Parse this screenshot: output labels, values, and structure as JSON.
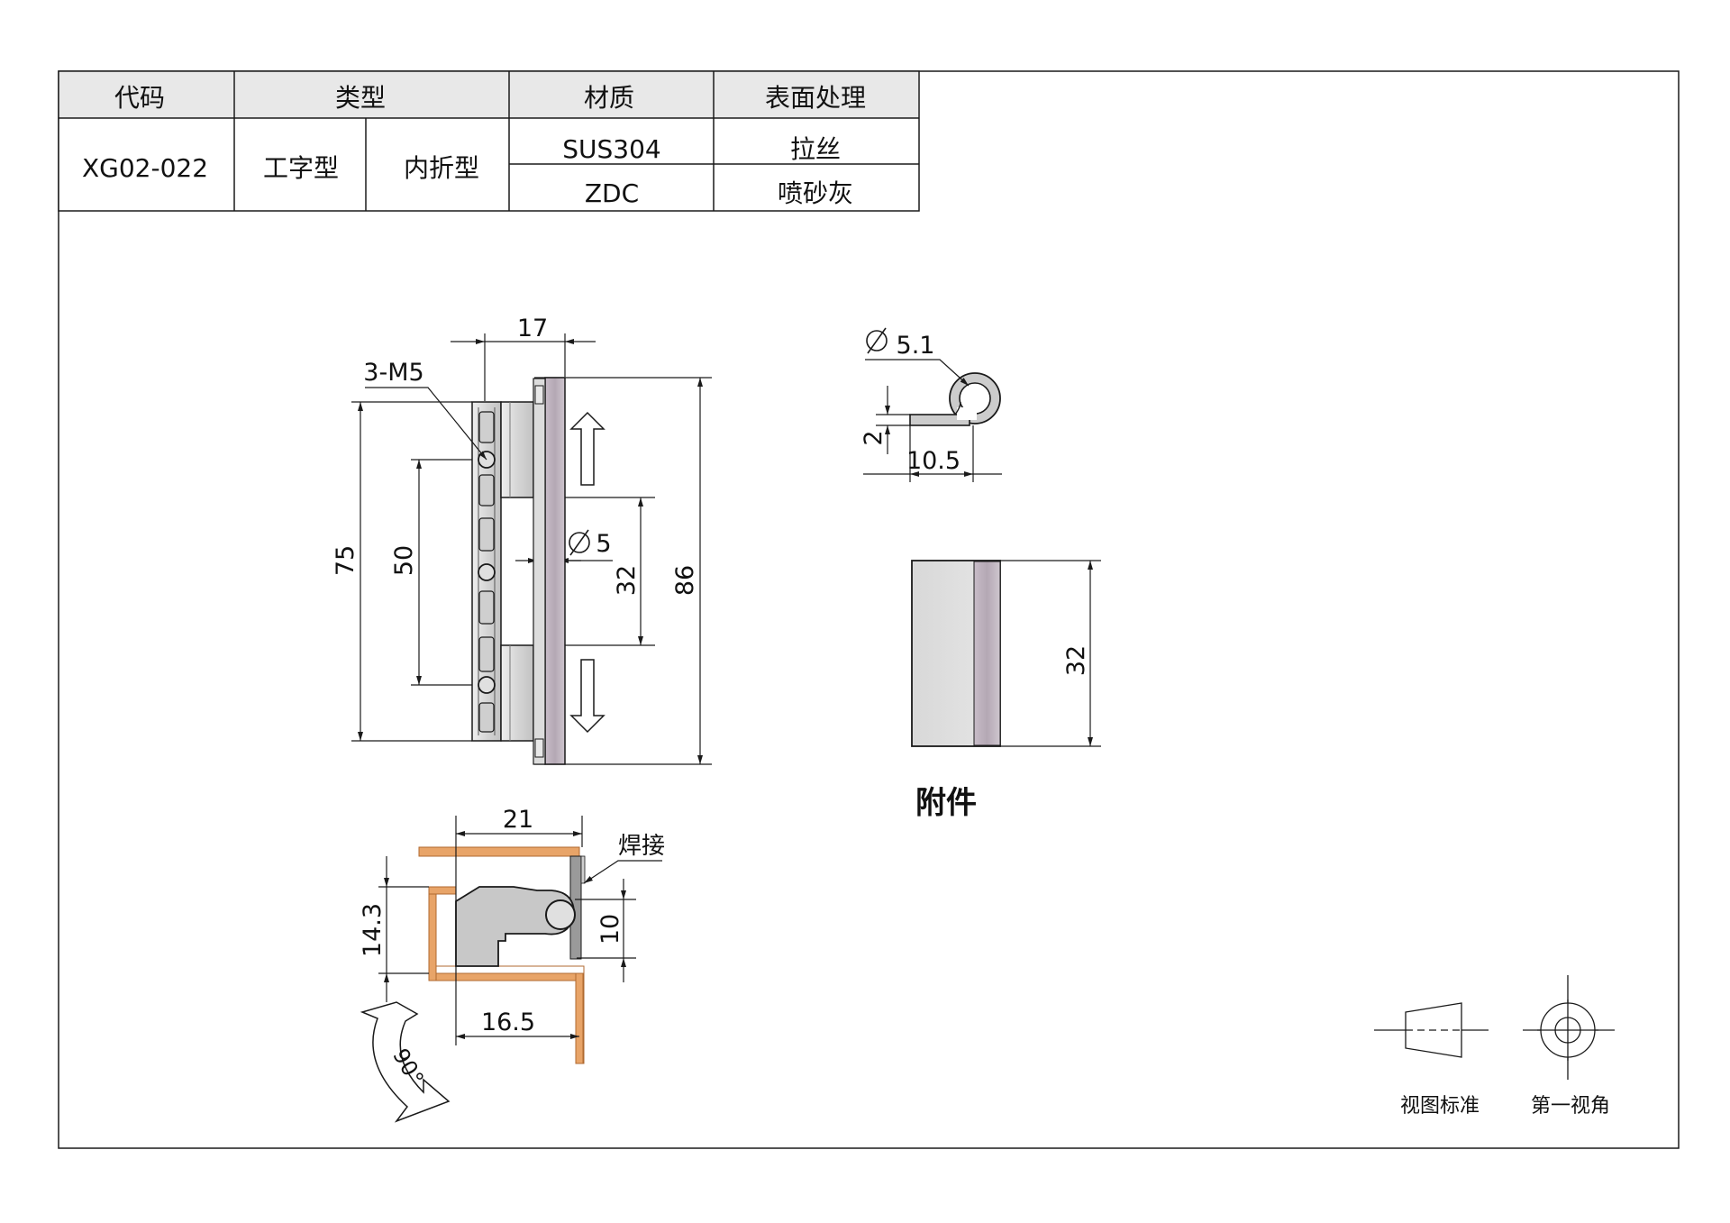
{
  "spec_table": {
    "headers": {
      "code": "代码",
      "type": "类型",
      "material": "材质",
      "finish": "表面处理"
    },
    "row": {
      "code": "XG02-022",
      "type_a": "工字型",
      "type_b": "内折型",
      "materials": [
        "SUS304",
        "ZDC"
      ],
      "finishes": [
        "拉丝",
        "喷砂灰"
      ]
    }
  },
  "front_view": {
    "width_17": "17",
    "hole_label": "3-M5",
    "height_75": "75",
    "pitch_50": "50",
    "pin_dia": "5",
    "gap_32": "32",
    "height_86": "86"
  },
  "side_view": {
    "width_21": "21",
    "weld_label": "焊接",
    "height_14_3": "14.3",
    "offset_10": "10",
    "width_16_5": "16.5",
    "angle_90": "90°"
  },
  "accessory": {
    "ring_dia": "5.1",
    "thickness_2": "2",
    "length_10_5": "10.5",
    "height_32": "32",
    "caption": "附件"
  },
  "projection": {
    "standard_label": "视图标准",
    "angle_label": "第一视角"
  },
  "colors": {
    "metal_light": "#d9d9d9",
    "metal_mid": "#c4c4c4",
    "metal_purple": "#b8aab8",
    "weld_gray": "#9a9a9a",
    "panel_orange": "#e8a468",
    "line": "#1a1a1a"
  }
}
